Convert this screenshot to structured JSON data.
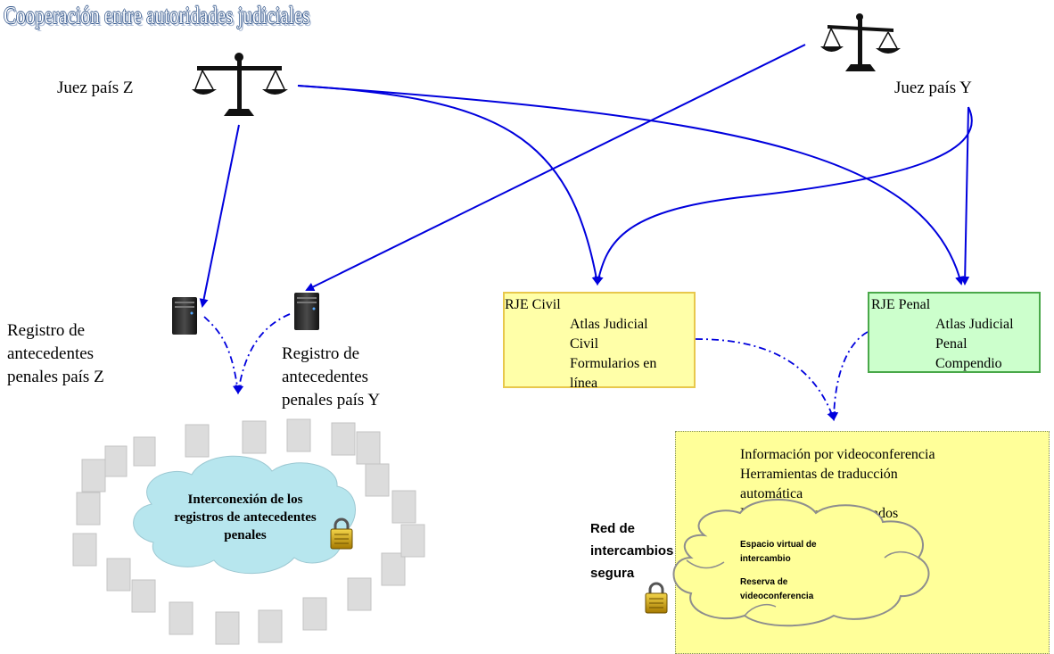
{
  "title": "Cooperación entre autoridades judiciales",
  "judges": {
    "z_label": "Juez país Z",
    "y_label": "Juez país Y"
  },
  "registries": {
    "z_lines": [
      "Registro de",
      "antecedentes",
      "penales país Z"
    ],
    "y_lines": [
      "Registro de",
      "antecedentes",
      "penales país Y"
    ],
    "interconnection_lines": [
      "Interconexión de los",
      "registros de antecedentes",
      "penales"
    ]
  },
  "rje_civil": {
    "title": "RJE Civil",
    "items": [
      "Atlas Judicial",
      "Civil",
      "Formularios en",
      "línea"
    ]
  },
  "rje_penal": {
    "title": "RJE Penal",
    "items": [
      "Atlas Judicial",
      "Penal",
      "Compendio"
    ]
  },
  "secure_network": {
    "label_lines": [
      "Red de",
      "intercambios",
      "segura"
    ],
    "services": [
      "Información por videoconferencia",
      "Herramientas de traducción",
      "automática",
      "Lista de traductores jurados"
    ],
    "cloud_items": [
      "Espacio virtual de",
      "intercambio",
      "Reserva de",
      "videoconferencia"
    ]
  },
  "colors": {
    "arrow": "#0000dd",
    "civil_box": "#ffffa8",
    "penal_box": "#ccffcc",
    "network_box": "#ffff99",
    "interconnect_cloud": "#b7e6ee"
  },
  "icons": [
    "scales-icon",
    "server-icon",
    "padlock-icon",
    "cloud-icon"
  ]
}
